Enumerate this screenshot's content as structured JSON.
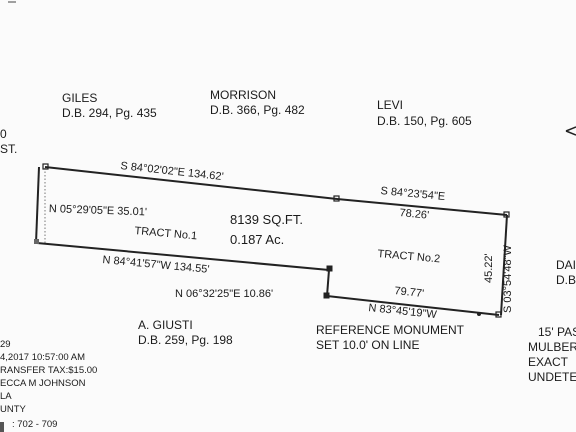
{
  "owners": {
    "giles": {
      "name": "GILES",
      "deed": "D.B. 294, Pg. 435"
    },
    "morrison": {
      "name": "MORRISON",
      "deed": "D.B. 366, Pg. 482"
    },
    "levi": {
      "name": "LEVI",
      "deed": "D.B. 150, Pg. 605"
    },
    "giusti": {
      "name": "A. GIUSTI",
      "deed": "D.B. 259, Pg. 198"
    },
    "right_partial": {
      "name": "DAI",
      "deed": "D.B"
    }
  },
  "tracts": {
    "tract1": {
      "label": "TRACT No.1",
      "area_sqft": "8139 SQ.FT.",
      "area_ac": "0.187 Ac."
    },
    "tract2": {
      "label": "TRACT No.2"
    }
  },
  "bearings": {
    "north_line_1": "S 84°02'02\"E 134.62'",
    "north_line_2": "S 84°23'54\"E",
    "north_line_2_dist": "78.26'",
    "west_line": "N 05°29'05\"E 35.01'",
    "south_line_1": "N 84°41'57\"W 134.55'",
    "jog_line": "N 06°32'25\"E 10.86'",
    "south_line_2_dist": "79.77'",
    "south_line_2": "N 83°45'19\"W",
    "east_line_dist": "45.22'",
    "east_line": "S 03°54'48\"W"
  },
  "notes": {
    "monument_1": "REFERENCE MONUMENT",
    "monument_2": "SET 10.0' ON LINE",
    "left_edge_1": "0",
    "left_edge_2": "ST."
  },
  "recording_stamp": {
    "line1": "29",
    "line2": "4,2017 10:57:00 AM",
    "line3": "RANSFER TAX:$15.00",
    "line4": "ECCA M JOHNSON",
    "line5": "LA",
    "line6": "UNTY",
    "line7": ": 702 - 709"
  },
  "right_note": {
    "line1": "15' PAS",
    "line2": "MULBER",
    "line3": "EXACT",
    "line4": "UNDETE"
  }
}
